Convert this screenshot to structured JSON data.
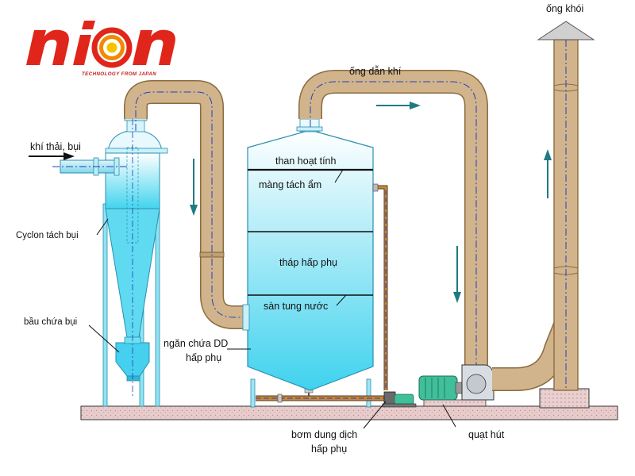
{
  "logo": {
    "text": "nion",
    "tagline": "TECHNOLOGY FROM JAPAN",
    "color": "#e0261b",
    "ring_colors": [
      "#f6c300",
      "#f08a00",
      "#e0261b"
    ]
  },
  "labels": {
    "exhaust_inlet": "khí thải, bụi",
    "cyclone": "Cyclon tách bụi",
    "dust_bin": "bầu chứa bụi",
    "activated_carbon": "than hoạt tính",
    "mist_separator": "màng tách ẩm",
    "absorption_tower": "tháp hấp phụ",
    "water_spray_floor": "sàn tung nước",
    "solution_tank_line1": "ngăn chứa DD",
    "solution_tank_line2": "hấp phụ",
    "pump_line1": "bơm dung dịch",
    "pump_line2": "hấp phụ",
    "fan": "quạt hút",
    "duct": "ống dẫn khí",
    "stack": "ống khói"
  },
  "colors": {
    "duct_fill": "#d2b48c",
    "duct_edge": "#8b6b3e",
    "vessel_top": "#ffffff",
    "vessel_bottom": "#3fd2ee",
    "ground": "#e4c4c4",
    "motor": "#3fbf9a",
    "flow_line": "#1f3fbf",
    "arrow": "#1f7a82"
  }
}
